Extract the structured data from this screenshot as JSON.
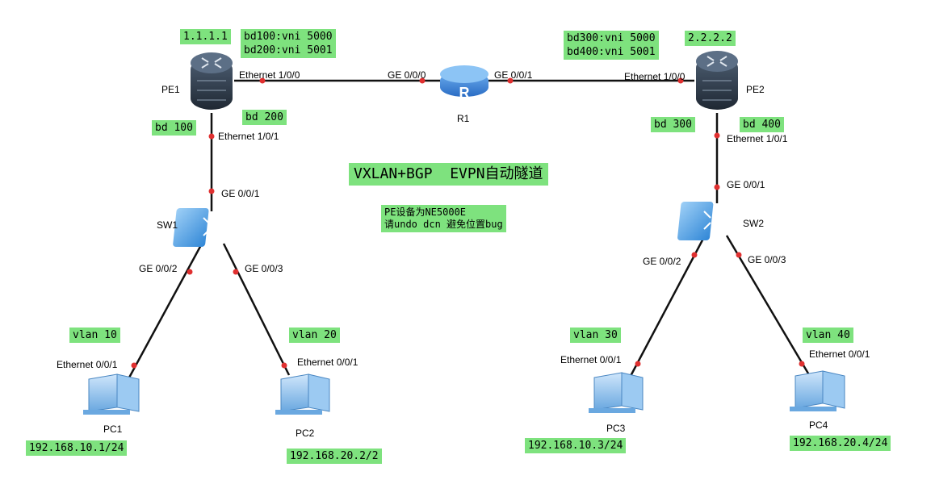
{
  "title": "VXLAN+BGP  EVPN自动隧道",
  "note_line1": "PE设备为NE5000E",
  "note_line2": "请undo dcn 避免位置bug",
  "pe1": {
    "name": "PE1",
    "loopback": "1.1.1.1",
    "vni1": "bd100:vni 5000",
    "vni2": "bd200:vni 5001",
    "bd_a": "bd 100",
    "bd_b": "bd 200",
    "port_up": "Ethernet 1/0/0",
    "port_down": "Ethernet 1/0/1"
  },
  "pe2": {
    "name": "PE2",
    "loopback": "2.2.2.2",
    "vni1": "bd300:vni 5000",
    "vni2": "bd400:vni 5001",
    "bd_a": "bd 300",
    "bd_b": "bd 400",
    "port_up": "Ethernet 1/0/0",
    "port_down": "Ethernet 1/0/1"
  },
  "r1": {
    "name": "R1",
    "port_left": "GE 0/0/0",
    "port_right": "GE 0/0/1"
  },
  "sw1": {
    "name": "SW1",
    "port_up": "GE 0/0/1",
    "port_left": "GE 0/0/2",
    "port_right": "GE 0/0/3"
  },
  "sw2": {
    "name": "SW2",
    "port_up": "GE 0/0/1",
    "port_left": "GE 0/0/2",
    "port_right": "GE 0/0/3"
  },
  "pc1": {
    "name": "PC1",
    "vlan": "vlan 10",
    "port": "Ethernet 0/0/1",
    "ip": "192.168.10.1/24"
  },
  "pc2": {
    "name": "PC2",
    "vlan": "vlan 20",
    "port": "Ethernet 0/0/1",
    "ip": "192.168.20.2/2"
  },
  "pc3": {
    "name": "PC3",
    "vlan": "vlan 30",
    "port": "Ethernet 0/0/1",
    "ip": "192.168.10.3/24"
  },
  "pc4": {
    "name": "PC4",
    "vlan": "vlan 40",
    "port": "Ethernet 0/0/1",
    "ip": "192.168.20.4/24"
  },
  "colors": {
    "link": "#111111",
    "port_dot": "#e03030",
    "tag_bg": "#7ee27e",
    "router_blue": "#3b7fd6",
    "pe_dark": "#2e3a48",
    "switch_blue": "#4a9be0"
  }
}
